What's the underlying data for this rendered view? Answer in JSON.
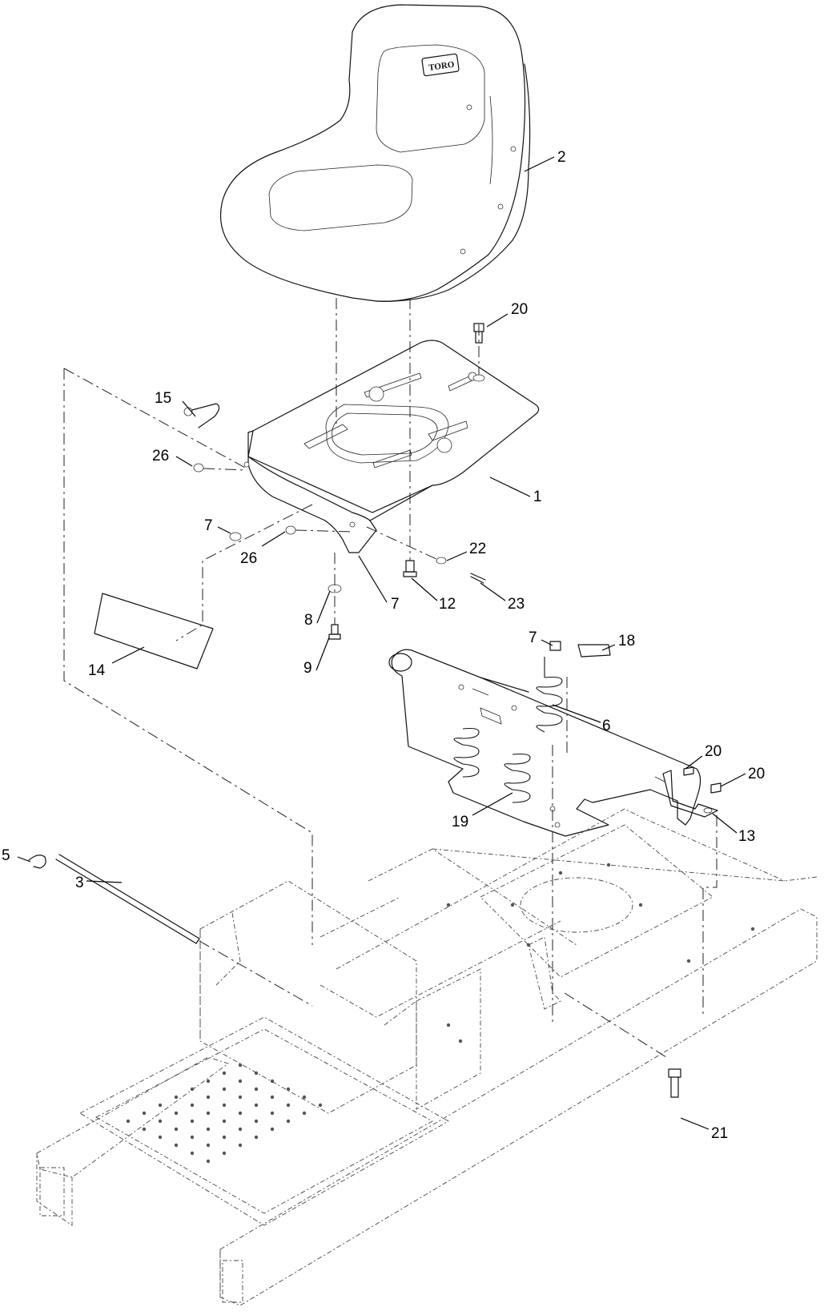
{
  "seat_logo": "TORO",
  "callouts": [
    {
      "id": "c2",
      "text": "2"
    },
    {
      "id": "c20a",
      "text": "20"
    },
    {
      "id": "c15",
      "text": "15"
    },
    {
      "id": "c26a",
      "text": "26"
    },
    {
      "id": "c1",
      "text": "1"
    },
    {
      "id": "c7a",
      "text": "7"
    },
    {
      "id": "c22",
      "text": "22"
    },
    {
      "id": "c26b",
      "text": "26"
    },
    {
      "id": "c7b",
      "text": "7"
    },
    {
      "id": "c12",
      "text": "12"
    },
    {
      "id": "c23",
      "text": "23"
    },
    {
      "id": "c8",
      "text": "8"
    },
    {
      "id": "c9",
      "text": "9"
    },
    {
      "id": "c14",
      "text": "14"
    },
    {
      "id": "c7c",
      "text": "7"
    },
    {
      "id": "c18",
      "text": "18"
    },
    {
      "id": "c6",
      "text": "6"
    },
    {
      "id": "c20b",
      "text": "20"
    },
    {
      "id": "c20c",
      "text": "20"
    },
    {
      "id": "c19",
      "text": "19"
    },
    {
      "id": "c13",
      "text": "13"
    },
    {
      "id": "c5",
      "text": "5"
    },
    {
      "id": "c3",
      "text": "3"
    },
    {
      "id": "c21",
      "text": "21"
    }
  ]
}
